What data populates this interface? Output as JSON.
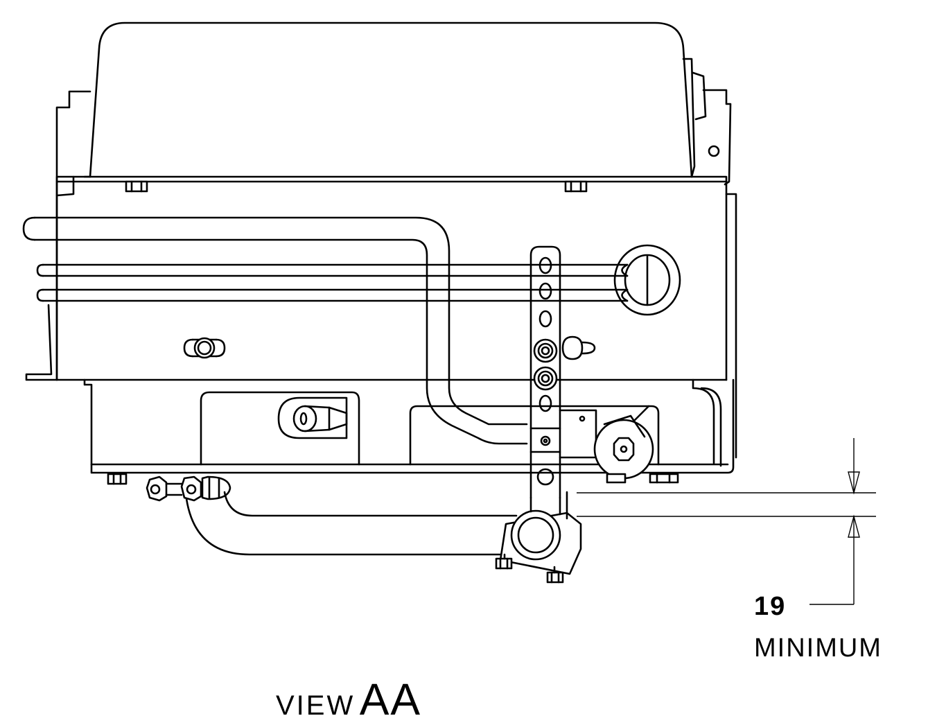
{
  "dimension": {
    "value": "19",
    "note": "MINIMUM"
  },
  "view_label": {
    "prefix": "VIEW",
    "letters": "AA"
  },
  "colors": {
    "line": "#000000",
    "background": "#ffffff"
  }
}
